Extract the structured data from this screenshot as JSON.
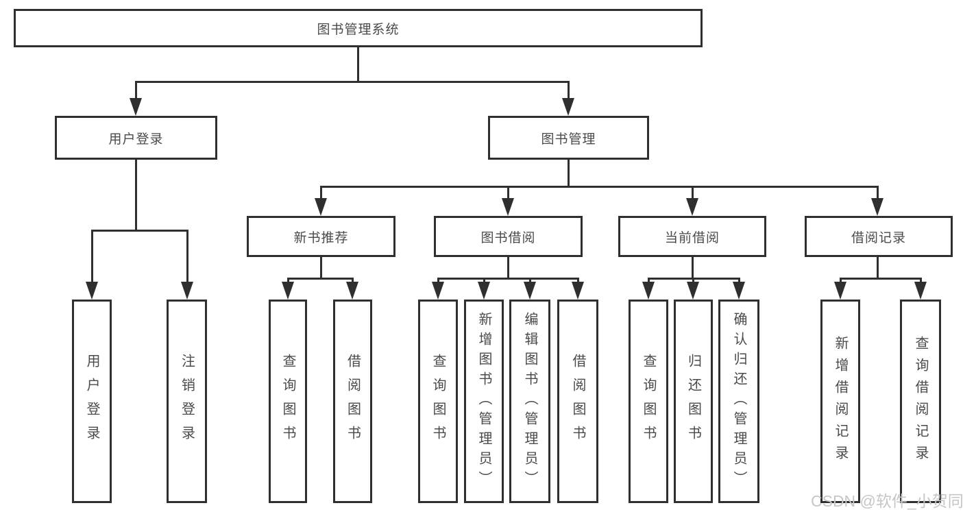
{
  "colors": {
    "line": "#2f2f2f",
    "text": "#4a4a4a",
    "watermark": "#c6c6c6",
    "background": "#ffffff"
  },
  "tree": {
    "root": {
      "label": "图书管理系统"
    },
    "branches": [
      {
        "label": "用户登录",
        "children": [
          {
            "label": "用户登录"
          },
          {
            "label": "注销登录"
          }
        ]
      },
      {
        "label": "图书管理",
        "children": [
          {
            "label": "新书推荐",
            "children": [
              {
                "label": "查询图书"
              },
              {
                "label": "借阅图书"
              }
            ]
          },
          {
            "label": "图书借阅",
            "children": [
              {
                "label": "查询图书"
              },
              {
                "label": "新增图书（管理员）"
              },
              {
                "label": "编辑图书（管理员）"
              },
              {
                "label": "借阅图书"
              }
            ]
          },
          {
            "label": "当前借阅",
            "children": [
              {
                "label": "查询图书"
              },
              {
                "label": "归还图书"
              },
              {
                "label": "确认归还（管理员）"
              }
            ]
          },
          {
            "label": "借阅记录",
            "children": [
              {
                "label": "新增借阅记录"
              },
              {
                "label": "查询借阅记录"
              }
            ]
          }
        ]
      }
    ]
  },
  "watermark": {
    "text": "CSDN @软件_小贺同学"
  }
}
